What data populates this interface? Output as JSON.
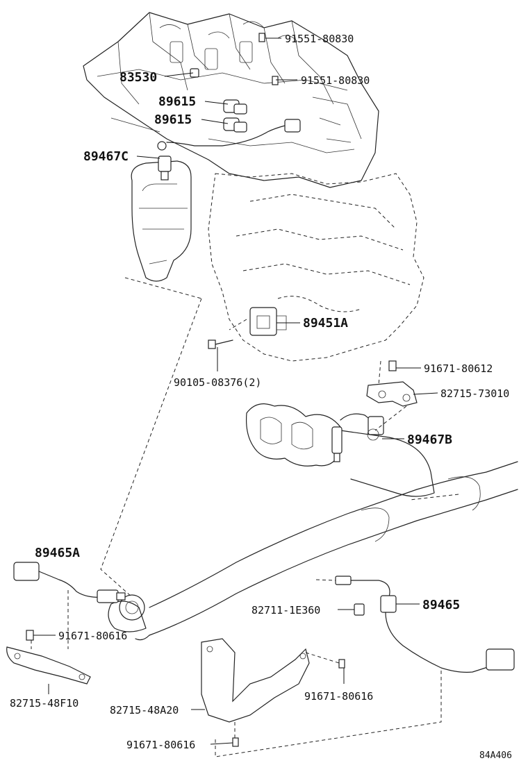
{
  "diagram": {
    "ref_code": "84A406",
    "parts": {
      "p_91551_a": "91551-80830",
      "p_91551_b": "91551-80830",
      "p_83530": "83530",
      "p_89615_a": "89615",
      "p_89615_b": "89615",
      "p_89467c": "89467C",
      "p_89451a": "89451A",
      "p_90105": "90105-08376(2)",
      "p_91671_80612": "91671-80612",
      "p_82715_73010": "82715-73010",
      "p_89467b": "89467B",
      "p_89465a": "89465A",
      "p_89465": "89465",
      "p_82711": "82711-1E360",
      "p_91671_80616_a": "91671-80616",
      "p_82715_48f10": "82715-48F10",
      "p_91671_80616_b": "91671-80616",
      "p_82715_48a20": "82715-48A20",
      "p_91671_80616_c": "91671-80616"
    }
  }
}
